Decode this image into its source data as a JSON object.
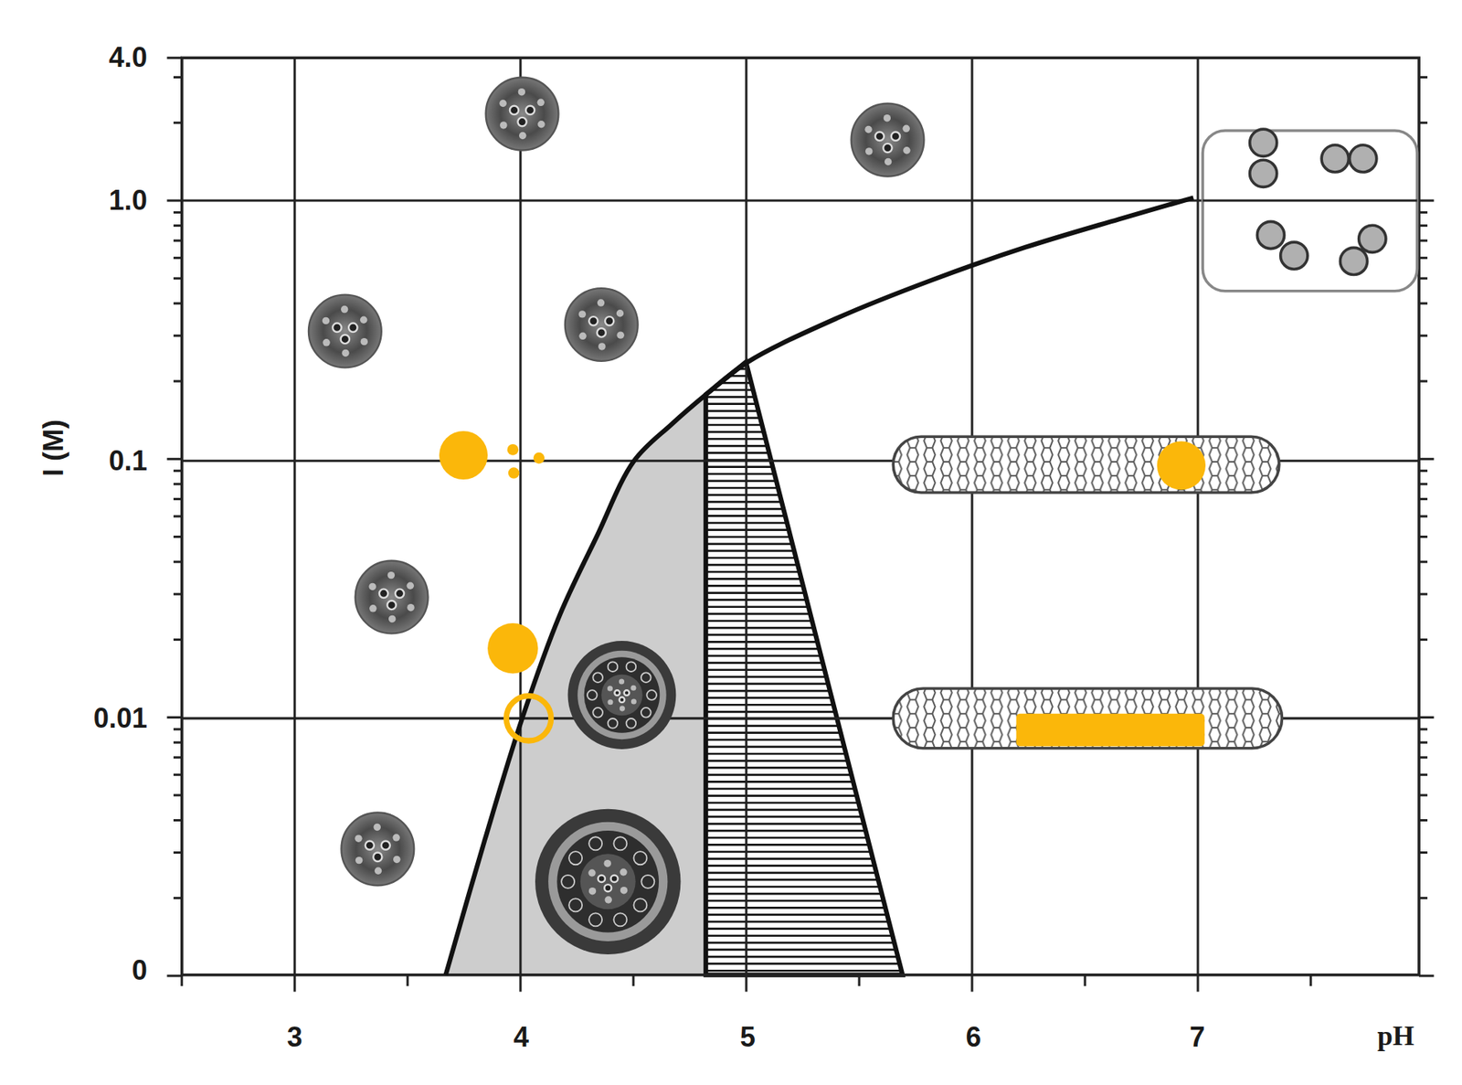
{
  "diagram": {
    "labels": [
      "4.0",
      "1.0",
      "0.1",
      "0.01",
      "0",
      "I (M)",
      "3",
      "4",
      "5",
      "6",
      "7",
      "pH"
    ]
  }
}
